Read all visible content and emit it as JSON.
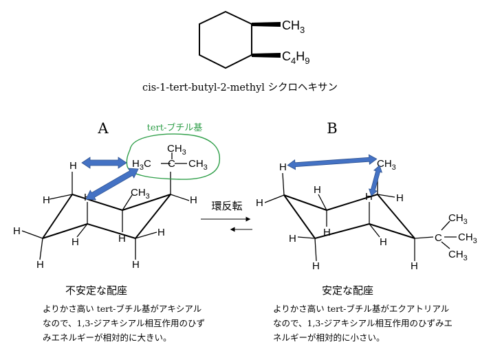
{
  "structure": {
    "methyl": "CH",
    "methyl_sub": "3",
    "butyl_c": "C",
    "butyl_c_sub": "4",
    "butyl_h": "H",
    "butyl_h_sub": "9",
    "name": "cis-1-tert-butyl-2-methyl シクロヘキサン"
  },
  "left": {
    "label": "A",
    "group_label": "tert-ブチル基",
    "group_color": "#2e9e48",
    "arrow_color": "#4472c4",
    "heading": "不安定な配座",
    "description": [
      "よりかさ高い tert-ブチル基がアキシアル",
      "なので、1,3-ジアキシアル相互作用のひず",
      "みエネルギーが相対的に大きい。"
    ]
  },
  "equilibrium": {
    "label": "環反転"
  },
  "right": {
    "label": "B",
    "heading": "安定な配座",
    "description": [
      "よりかさ高い tert-ブチル基がエクアトリアル",
      "なので、1,3-ジアキシアル相互作用のひずみエ",
      "ネルギーが相対的に小さい。"
    ]
  },
  "atoms": {
    "H": "H",
    "C": "C",
    "CH": "CH",
    "H3C": "H",
    "sub3": "3"
  }
}
